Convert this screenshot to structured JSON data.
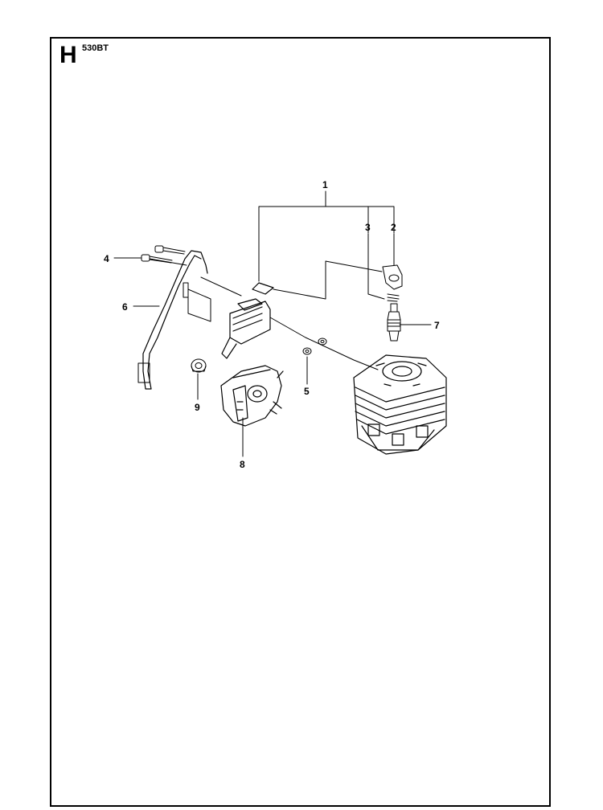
{
  "header": {
    "section": "H",
    "model": "530BT"
  },
  "callouts": {
    "c1": "1",
    "c2": "2",
    "c3": "3",
    "c4": "4",
    "c5": "5",
    "c6": "6",
    "c7": "7",
    "c8": "8",
    "c9": "9"
  }
}
